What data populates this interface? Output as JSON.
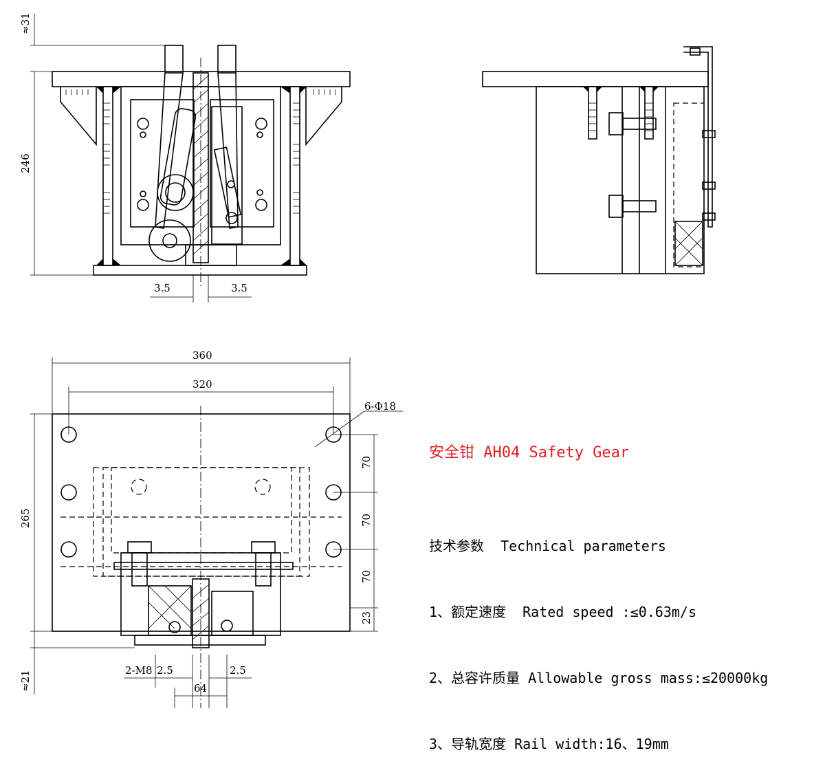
{
  "title": "安全钳 AH04 Safety Gear",
  "params": {
    "heading": "技术参数  Technical parameters",
    "items": [
      "1、额定速度  Rated speed :≤0.63m/s",
      "2、总容许质量 Allowable gross mass:≤20000kg",
      "3、导轨宽度 Rail width:16、19mm"
    ]
  },
  "dimensions": {
    "top_approx": "≈31",
    "height_front": "246",
    "gap_left": "3.5",
    "gap_right": "3.5",
    "width_total": "360",
    "hole_spacing": "320",
    "holes": "6-Φ18",
    "depth": "265",
    "pitch_1": "70",
    "pitch_2": "70",
    "pitch_3": "70",
    "bottom_offset": "23",
    "bolts": "2-M8",
    "shoe_left": "2.5",
    "shoe_right": "2.5",
    "rail_slot": "64",
    "bottom_approx": "≈21"
  },
  "colors": {
    "title": "#e02020",
    "line": "#000000"
  }
}
